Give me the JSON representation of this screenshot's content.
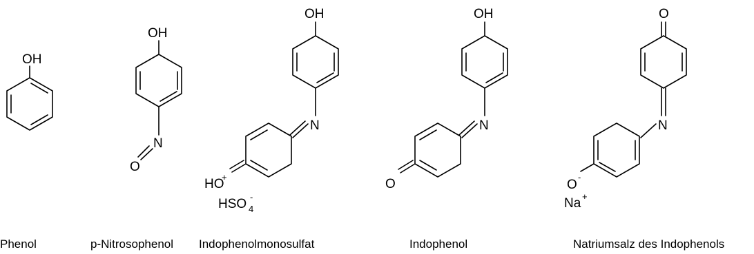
{
  "compounds": [
    {
      "id": "phenol",
      "name": "Phenol",
      "atoms": {
        "oh": "OH"
      }
    },
    {
      "id": "p-nitrosophenol",
      "name": "p-Nitrosophenol",
      "atoms": {
        "oh": "OH",
        "n": "N",
        "o": "O"
      }
    },
    {
      "id": "indophenolmonosulfat",
      "name": "Indophenolmonosulfat",
      "atoms": {
        "oh": "OH",
        "n": "N",
        "ho": "HO",
        "ho_charge": "+",
        "hso4_base": "HSO",
        "hso4_sub": "4",
        "hso4_charge": "-"
      }
    },
    {
      "id": "indophenol",
      "name": "Indophenol",
      "atoms": {
        "oh": "OH",
        "n": "N",
        "o": "O"
      }
    },
    {
      "id": "natriumsalz",
      "name": "Natriumsalz des Indophenols",
      "atoms": {
        "o_top": "O",
        "n": "N",
        "o_minus": "O",
        "o_charge": "-",
        "na": "Na",
        "na_charge": "+"
      }
    }
  ]
}
